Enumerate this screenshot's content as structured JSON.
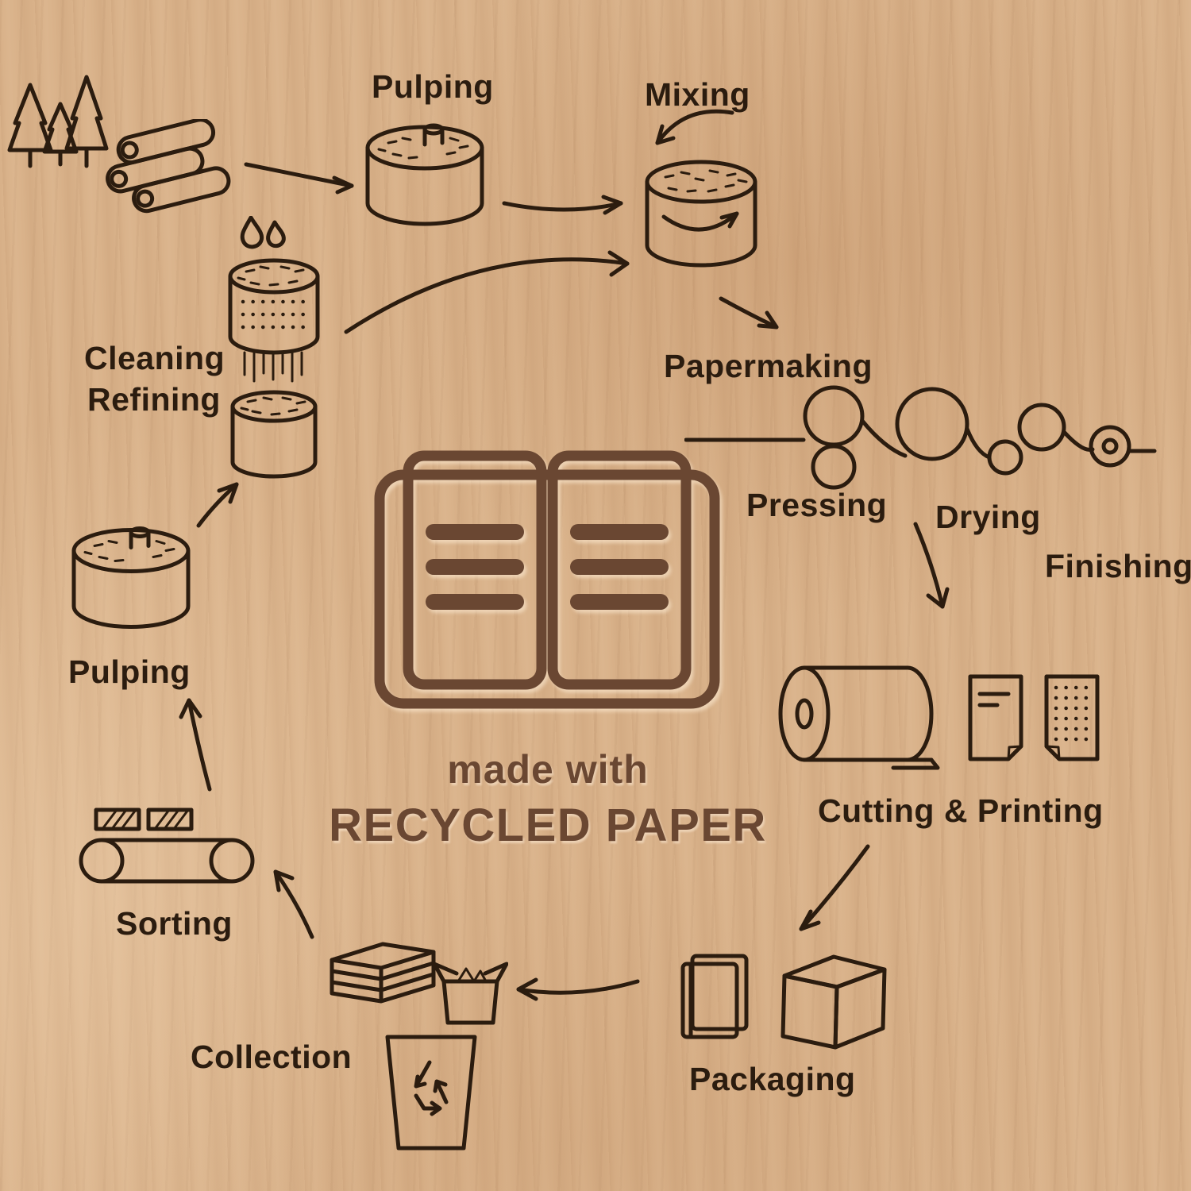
{
  "center": {
    "tagline": "made with",
    "title": "RECYCLED PAPER",
    "icon": "open-book-icon"
  },
  "steps": {
    "pulping_top": {
      "label": "Pulping"
    },
    "mixing": {
      "label": "Mixing"
    },
    "cleaning": {
      "label": "Cleaning"
    },
    "refining": {
      "label": "Refining"
    },
    "papermaking": {
      "label": "Papermaking"
    },
    "pressing": {
      "label": "Pressing"
    },
    "drying": {
      "label": "Drying"
    },
    "finishing": {
      "label": "Finishing"
    },
    "cutting_printing": {
      "label": "Cutting & Printing"
    },
    "packaging": {
      "label": "Packaging"
    },
    "collection": {
      "label": "Collection"
    },
    "sorting": {
      "label": "Sorting"
    },
    "pulping_recycled": {
      "label": "Pulping"
    }
  },
  "icons": [
    "pine-trees-icon",
    "logs-icon",
    "pulping-vat-icon",
    "mixing-vat-icon",
    "water-drops-icon",
    "cleaning-refining-cylinders-icon",
    "papermaking-machine-icon",
    "paper-roll-icon",
    "printed-sheets-icon",
    "packaged-book-icon",
    "shipping-box-icon",
    "paper-stack-icon",
    "open-box-icon",
    "recycle-bin-icon",
    "sorting-conveyor-icon",
    "open-book-icon"
  ],
  "colors": {
    "line_art": "#2b1c0f",
    "center_accent": "#6a4732",
    "wood_base": "#d9b28a"
  }
}
